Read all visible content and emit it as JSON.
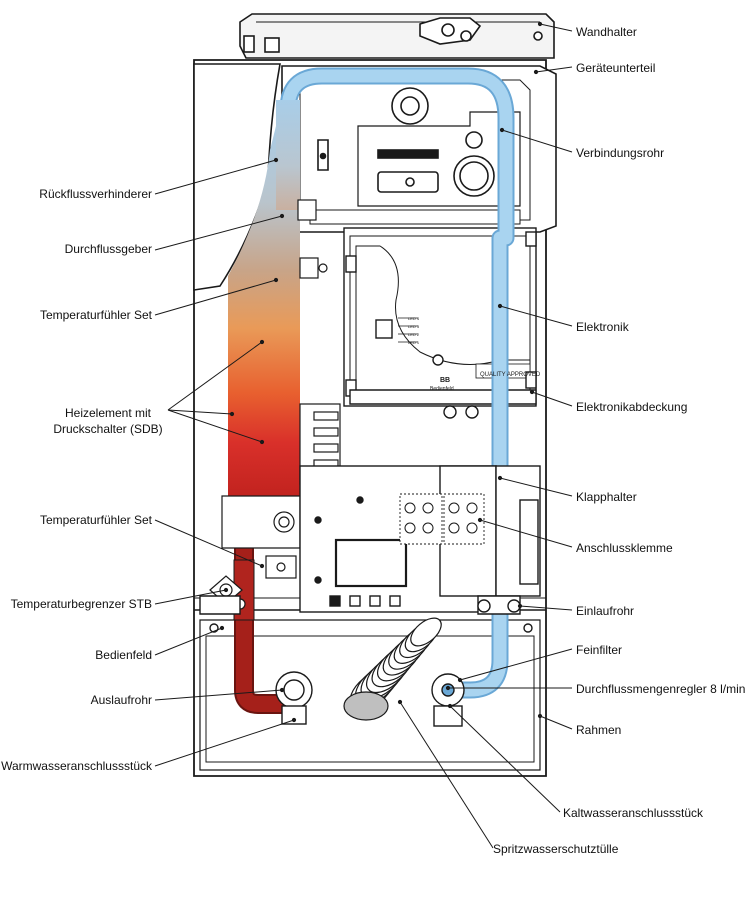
{
  "labels_left": {
    "rueckfluss": "Rückflussverhinderer",
    "durchflussgeber": "Durchflussgeber",
    "tempfuehler1": "Temperaturfühler Set",
    "heizelement_l1": "Heizelement mit",
    "heizelement_l2": "Druckschalter (SDB)",
    "tempfuehler2": "Temperaturfühler Set",
    "stb": "Temperaturbegrenzer STB",
    "bedienfeld": "Bedienfeld",
    "auslaufrohr": "Auslaufrohr",
    "warmwasser": "Warmwasseranschlussstück"
  },
  "labels_right": {
    "wandhalter": "Wandhalter",
    "geraeteunterteil": "Geräteunterteil",
    "verbindungsrohr": "Verbindungsrohr",
    "elektronik": "Elektronik",
    "elektronikabdeckung": "Elektronikabdeckung",
    "klapphalter": "Klapphalter",
    "anschlussklemme": "Anschlussklemme",
    "einlaufrohr": "Einlaufrohr",
    "feinfilter": "Feinfilter",
    "durchflussmengenregler": "Durchflussmengenregler 8 l/min",
    "rahmen": "Rahmen"
  },
  "labels_bottom": {
    "kaltwasser": "Kaltwasseranschlussstück",
    "spritzwasser": "Spritzwasserschutztülle"
  },
  "board_text": {
    "quality": "QUALITY APPROVED",
    "bedienfeld_mark": "BB",
    "bedienfeld_word": "Bedienfeld",
    "led1": "LED 1",
    "led2": "LED 2",
    "led3": "LED 3",
    "led4": "LED 4"
  },
  "colors": {
    "outline": "#1a1a1a",
    "cold_pipe": "#a9d4f0",
    "cold_pipe_edge": "#6aa8d6",
    "hot_dark": "#a5201a",
    "hot_red": "#d9302a",
    "hot_orange": "#f0a05a",
    "gradient_mid": "#c8b8a8",
    "gradient_top": "#a8cde8"
  }
}
